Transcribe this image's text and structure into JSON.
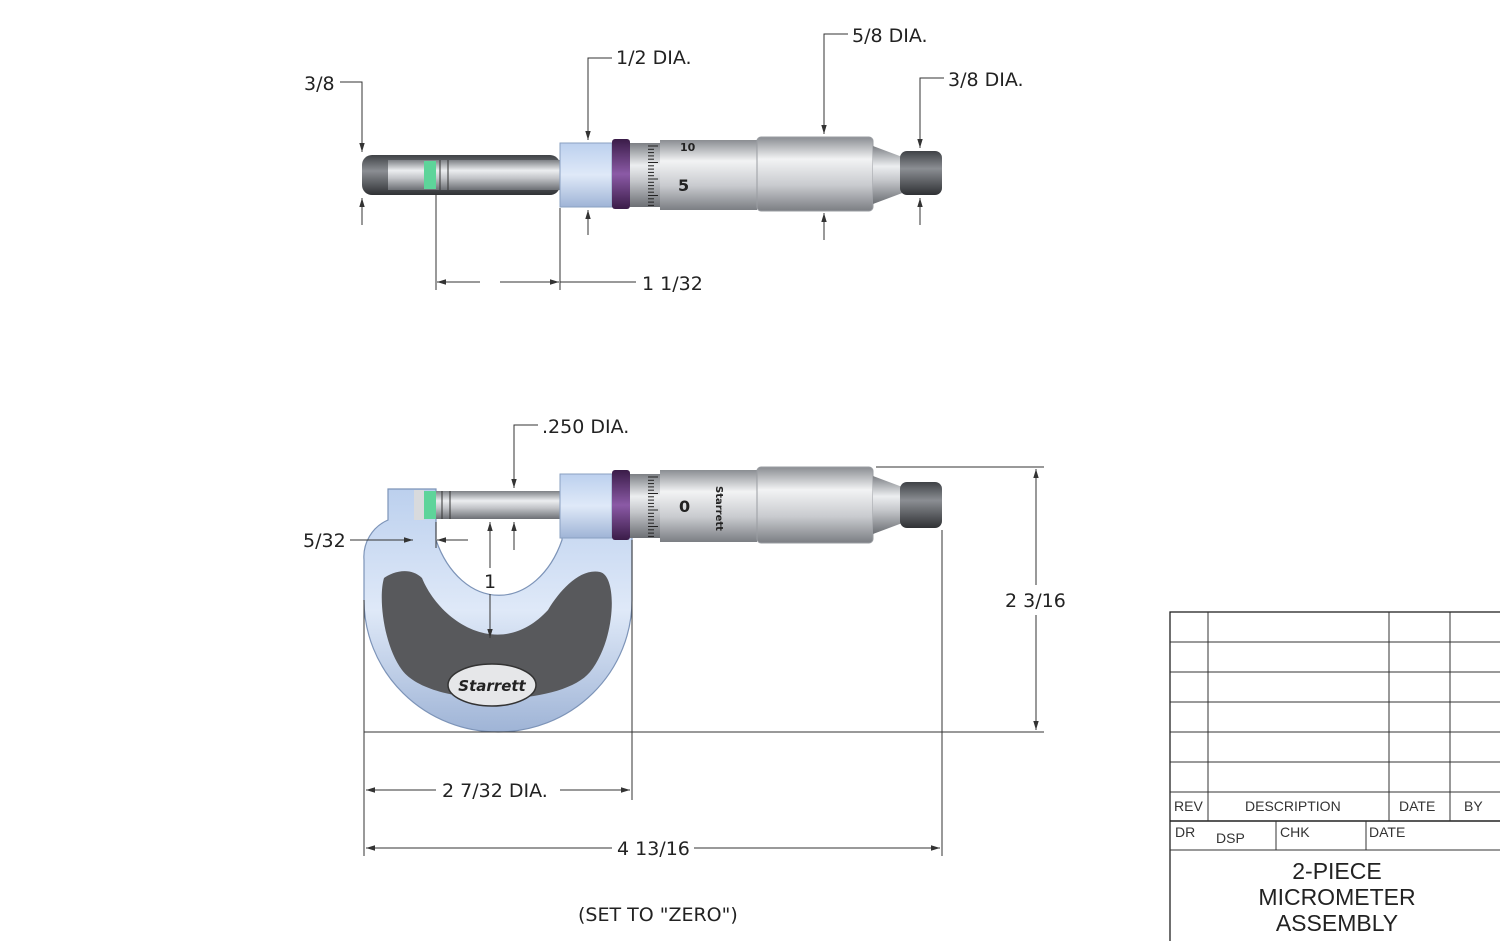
{
  "top_view": {
    "dims": {
      "anvil_width": "3/8",
      "sleeve_dia": "1/2  DIA.",
      "thimble_dia": "5/8  DIA.",
      "ratchet_dia": "3/8  DIA.",
      "spindle_length": "1 1/32"
    },
    "thimble_scale": [
      "10",
      "5"
    ]
  },
  "front_view": {
    "dims": {
      "spindle_dia": ".250  DIA.",
      "anvil_face": "5/32",
      "range": "1",
      "height": "2 3/16",
      "frame_width": "2 7/32  DIA.",
      "overall_length": "4 13/16"
    },
    "thimble_scale": [
      "0"
    ],
    "frame_brand": "Starrett",
    "thimble_brand": "Starrett",
    "note": "(SET TO \"ZERO\")"
  },
  "title_block": {
    "headers": {
      "rev": "REV",
      "description": "DESCRIPTION",
      "date": "DATE",
      "by": "BY"
    },
    "dr_label": "DR",
    "dr_value": "DSP",
    "chk_label": "CHK",
    "date_label": "DATE",
    "title_lines": [
      "2-PIECE",
      "MICROMETER",
      "ASSEMBLY"
    ]
  },
  "colors": {
    "frame": "#9fb4d6",
    "frame_inset": "#58595c",
    "lock_ring": "#5a2d6e",
    "anvil_accent": "#5ed49a",
    "metal_dark": "#5f6266",
    "metal_light": "#dcdde0"
  }
}
